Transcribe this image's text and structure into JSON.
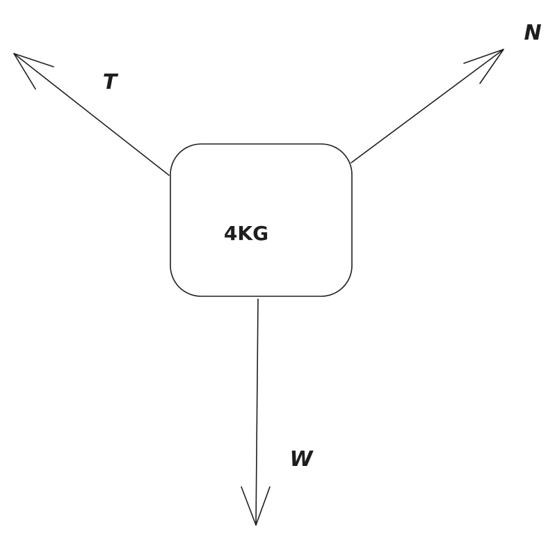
{
  "diagram": {
    "mass_label": "4KG",
    "forces": {
      "tension_label": "T",
      "normal_label": "N",
      "weight_label": "W"
    },
    "stroke_color": "#1e1e1e",
    "background_color": "#ffffff"
  }
}
